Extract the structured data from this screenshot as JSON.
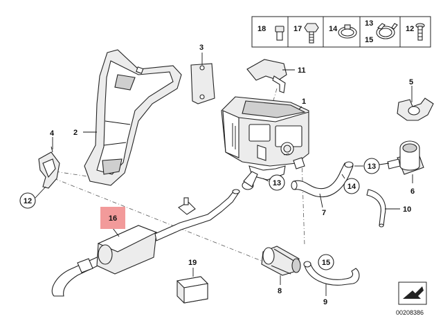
{
  "legend": {
    "items": [
      {
        "label": "18",
        "icon": "sleeve-nut-icon"
      },
      {
        "label": "17",
        "icon": "hex-bolt-icon"
      },
      {
        "label": "14",
        "icon": "hose-clamp-icon"
      },
      {
        "label": "13",
        "icon": "spring-clamp-icon"
      },
      {
        "label": "15",
        "icon": "spring-clamp-icon"
      },
      {
        "label": "12",
        "icon": "screw-icon"
      }
    ]
  },
  "callouts": {
    "c1": "1",
    "c2": "2",
    "c3": "3",
    "c4": "4",
    "c5": "5",
    "c6": "6",
    "c7": "7",
    "c8": "8",
    "c9": "9",
    "c10": "10",
    "c11": "11",
    "c19": "19"
  },
  "circled": {
    "c12": "12",
    "c13a": "13",
    "c13b": "13",
    "c14": "14",
    "c15": "15"
  },
  "highlight": {
    "label": "16",
    "color": "#f29a9a"
  },
  "reference": {
    "diagram_number": "00208386"
  }
}
